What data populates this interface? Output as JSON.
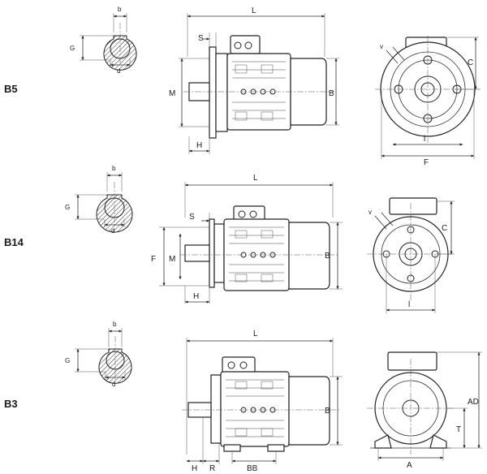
{
  "mounts": {
    "b5": "B5",
    "b14": "B14",
    "b3": "B3"
  },
  "labels": {
    "b": "b",
    "G": "G",
    "d": "d",
    "L": "L",
    "S": "S",
    "M": "M",
    "H": "H",
    "B": "B",
    "F": "F",
    "C": "C",
    "l": "l",
    "v": "v",
    "R": "R",
    "BB": "BB",
    "A": "A",
    "AD": "AD",
    "T": "T"
  }
}
